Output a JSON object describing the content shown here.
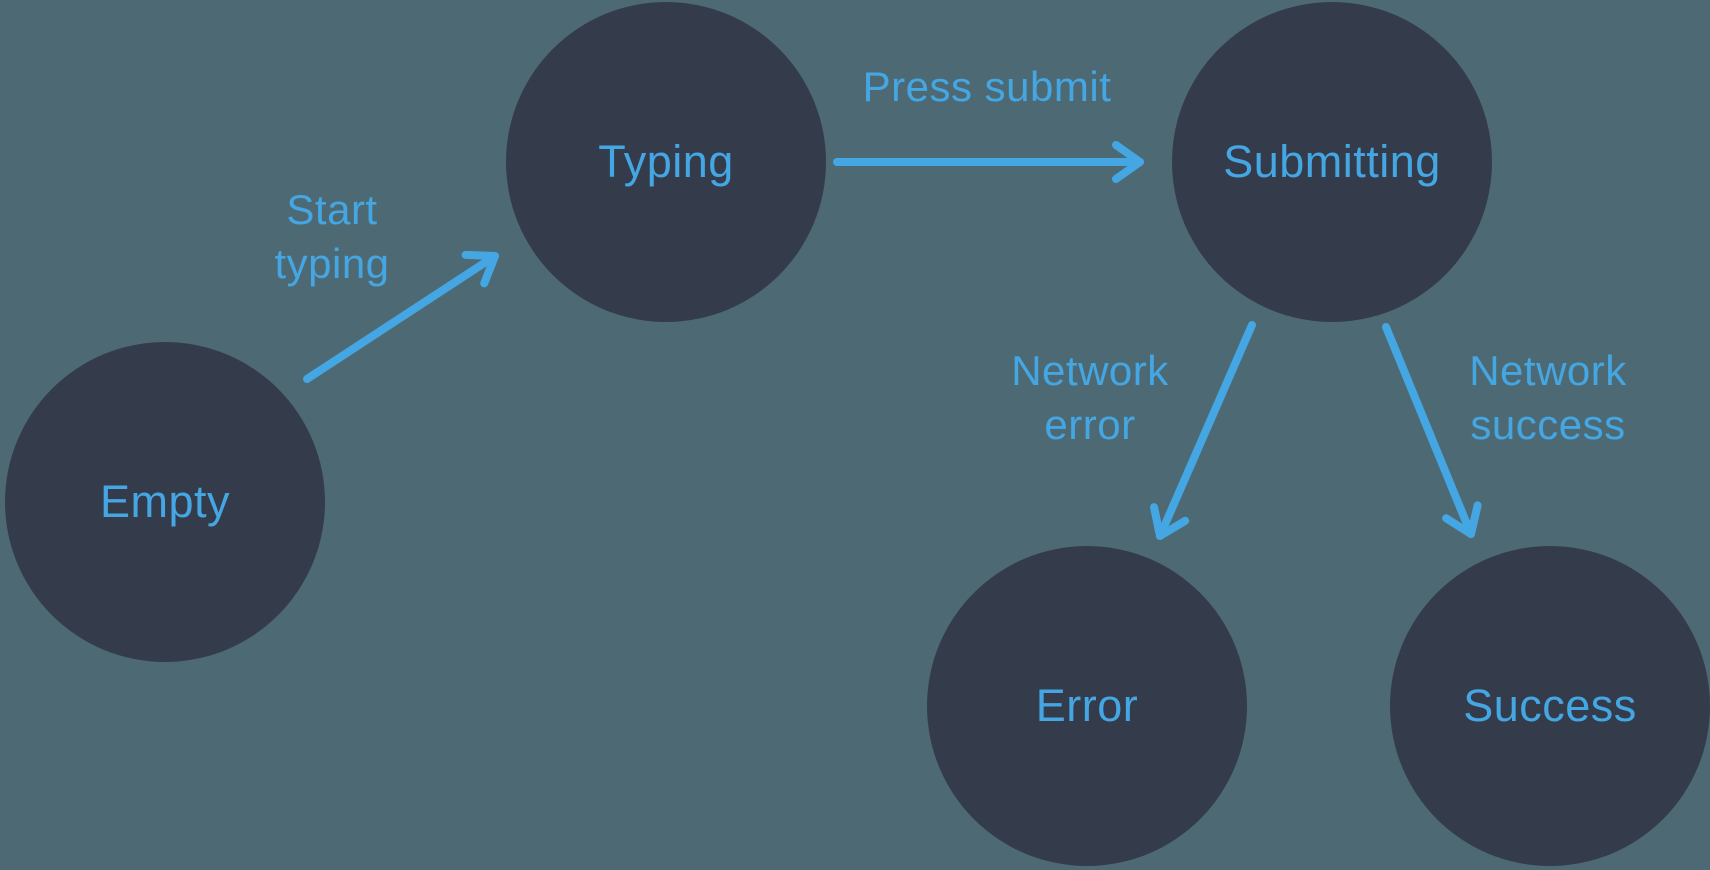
{
  "diagram": {
    "type": "state-machine",
    "colors": {
      "background": "#4d6a74",
      "node_fill": "#343c4b",
      "accent": "#44a6e2"
    },
    "nodes": [
      {
        "id": "empty",
        "label": "Empty"
      },
      {
        "id": "typing",
        "label": "Typing"
      },
      {
        "id": "submitting",
        "label": "Submitting"
      },
      {
        "id": "error",
        "label": "Error"
      },
      {
        "id": "success",
        "label": "Success"
      }
    ],
    "edges": [
      {
        "id": "start-typing",
        "from": "Empty",
        "to": "Typing",
        "label": "Start\ntyping"
      },
      {
        "id": "press-submit",
        "from": "Typing",
        "to": "Submitting",
        "label": "Press submit"
      },
      {
        "id": "network-error",
        "from": "Submitting",
        "to": "Error",
        "label": "Network\nerror"
      },
      {
        "id": "network-success",
        "from": "Submitting",
        "to": "Success",
        "label": "Network\nsuccess"
      }
    ]
  }
}
